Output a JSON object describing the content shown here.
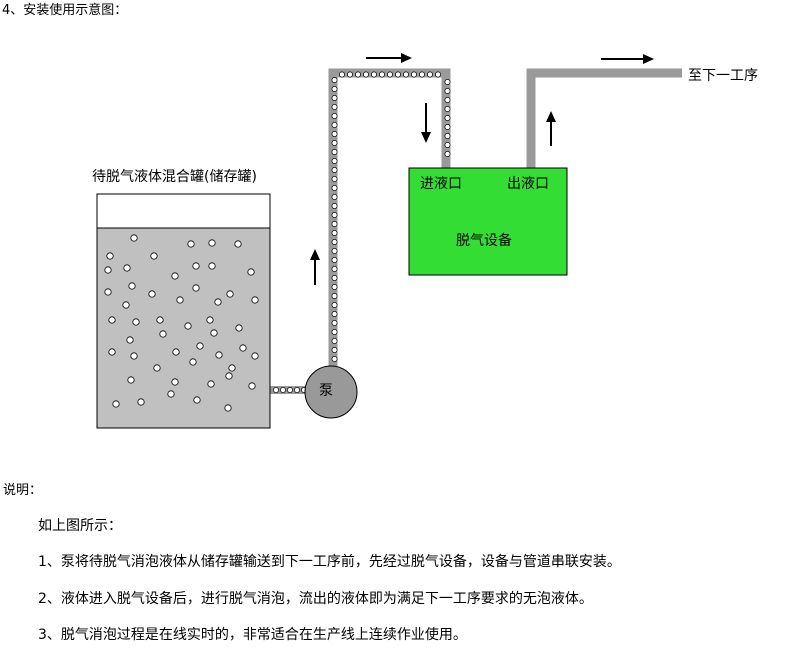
{
  "title": "4、安装使用示意图：",
  "diagram": {
    "tank_label": "待脱气液体混合罐(储存罐)",
    "device_label": "脱气设备",
    "inlet_label": "进液口",
    "outlet_label": "出液口",
    "pump_label": "泵",
    "next_process_label": "至下一工序"
  },
  "colors": {
    "tank_liquid": "#c0c0c0",
    "pipe": "#9a9a9a",
    "device": "#33dd33",
    "pump": "#999999",
    "outline": "#000000"
  },
  "notes": {
    "title": "说明：",
    "intro": "如上图所示：",
    "items": [
      "1、泵将待脱气消泡液体从储存罐输送到下一工序前，先经过脱气设备，设备与管道串联安装。",
      "2、液体进入脱气设备后，进行脱气消泡，流出的液体即为满足下一工序要求的无泡液体。",
      "3、脱气消泡过程是在线实时的，非常适合在生产线上连续作业使用。"
    ]
  }
}
